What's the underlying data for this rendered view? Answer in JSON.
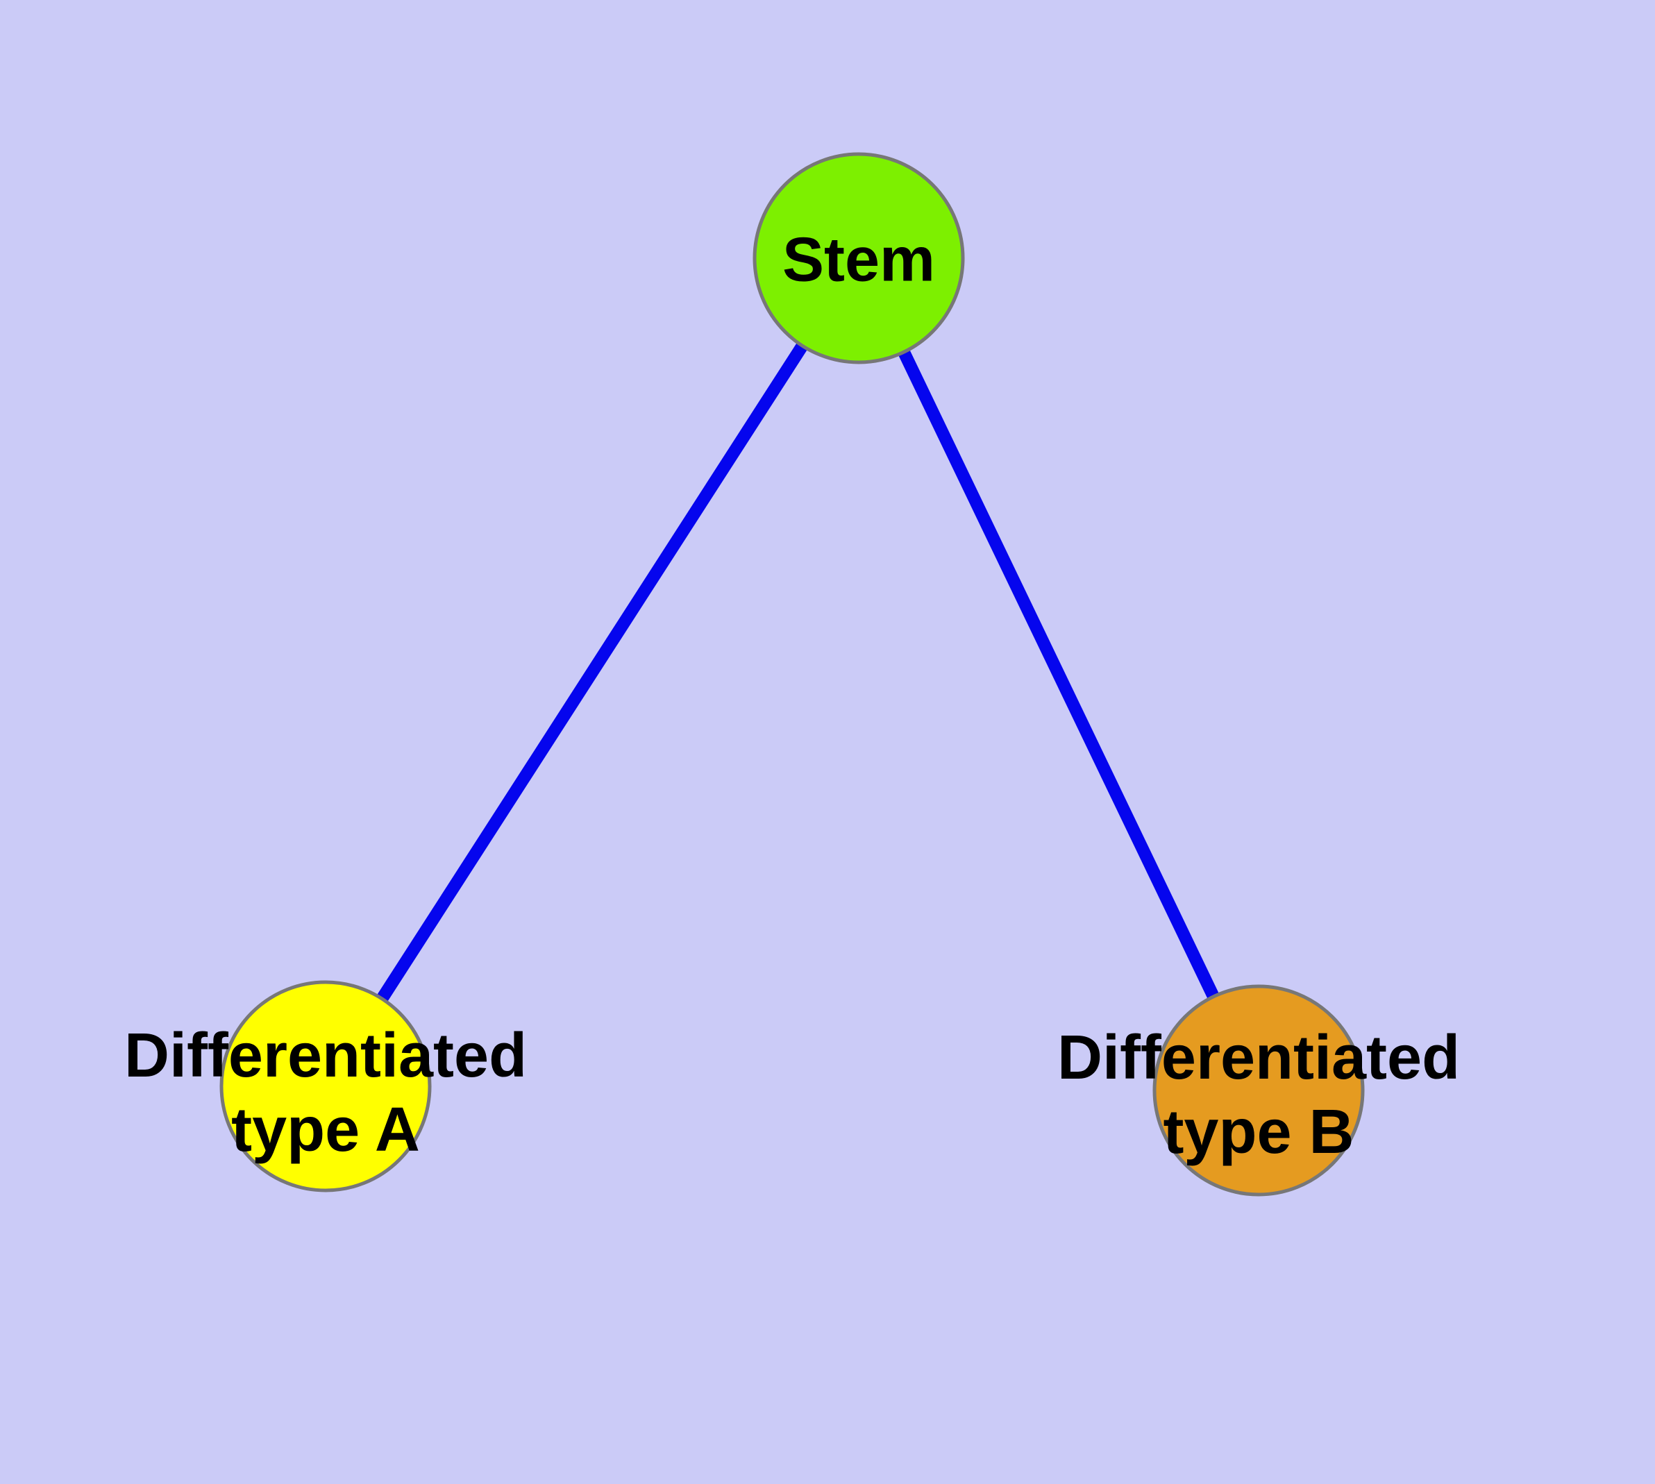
{
  "diagram": {
    "type": "node-link-graph",
    "background_color": "#cbcbf7",
    "node_border_color": "#777777",
    "label_color": "#000000",
    "edge_style": {
      "color": "#0505ee",
      "width": 18
    },
    "nodes": [
      {
        "id": "stem",
        "label": "Stem",
        "fill": "#7df000"
      },
      {
        "id": "differentiated-type-a",
        "label_lines": [
          "Differentiated",
          "type A"
        ],
        "fill": "#ffff00"
      },
      {
        "id": "differentiated-type-b",
        "label_lines": [
          "Differentiated",
          "type B"
        ],
        "fill": "#e59b20"
      }
    ],
    "edges": [
      {
        "from": "stem",
        "to": "differentiated-type-a"
      },
      {
        "from": "stem",
        "to": "differentiated-type-b"
      }
    ]
  }
}
